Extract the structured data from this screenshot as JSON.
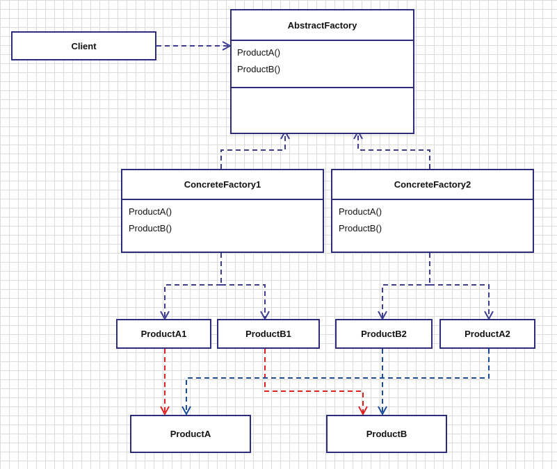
{
  "client": {
    "name": "Client"
  },
  "abstract_factory": {
    "name": "AbstractFactory",
    "operations": [
      "ProductA()",
      "ProductB()"
    ]
  },
  "concrete_factory_1": {
    "name": "ConcreteFactory1",
    "operations": [
      "ProductA()",
      "ProductB()"
    ]
  },
  "concrete_factory_2": {
    "name": "ConcreteFactory2",
    "operations": [
      "ProductA()",
      "ProductB()"
    ]
  },
  "products": {
    "a1": "ProductA1",
    "b1": "ProductB1",
    "b2": "ProductB2",
    "a2": "ProductA2",
    "a": "ProductA",
    "b": "ProductB"
  },
  "colors": {
    "border": "#2c2c7a",
    "dependency_arrow": "#3d3d8f",
    "red_arrow": "#e02020",
    "blue_arrow": "#1a4a9a",
    "grid": "#dcdcdc"
  }
}
